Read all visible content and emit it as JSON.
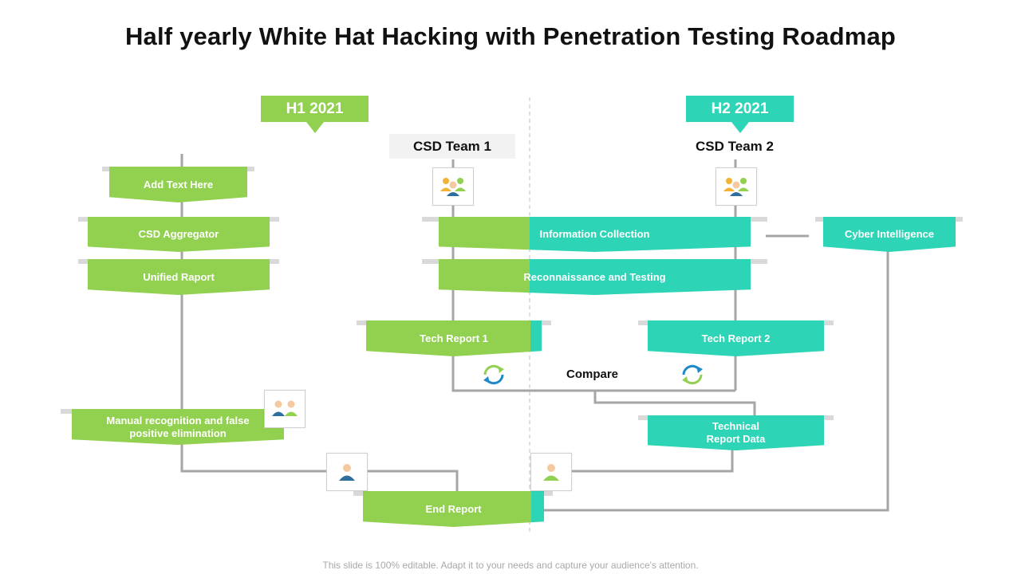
{
  "title": "Half yearly White Hat Hacking with Penetration Testing Roadmap",
  "periods": {
    "h1": "H1 2021",
    "h2": "H2 2021"
  },
  "teams": {
    "team1": "CSD Team 1",
    "team2": "CSD Team 2"
  },
  "left_column": [
    "Add Text Here",
    "CSD Aggregator",
    "Unified Raport",
    "Manual recognition and false positive elimination"
  ],
  "center": {
    "info_collection": "Information Collection",
    "recon": "Reconnaissance and Testing",
    "cyber_intel": "Cyber Intelligence",
    "tech_report_1": "Tech Report 1",
    "tech_report_2": "Tech Report 2",
    "compare": "Compare",
    "technical_report_data": "Technical\nReport Data",
    "end_report": "End Report"
  },
  "colors": {
    "green": "#92d050",
    "teal": "#2dd4b6",
    "line": "#a6a6a6"
  },
  "icons": [
    "team-group-icon",
    "team-group-icon",
    "two-people-icon",
    "person-icon",
    "person-icon",
    "cycle-arrows-icon",
    "cycle-arrows-icon"
  ],
  "footer": "This slide is 100% editable. Adapt it to your needs and capture your audience's attention."
}
